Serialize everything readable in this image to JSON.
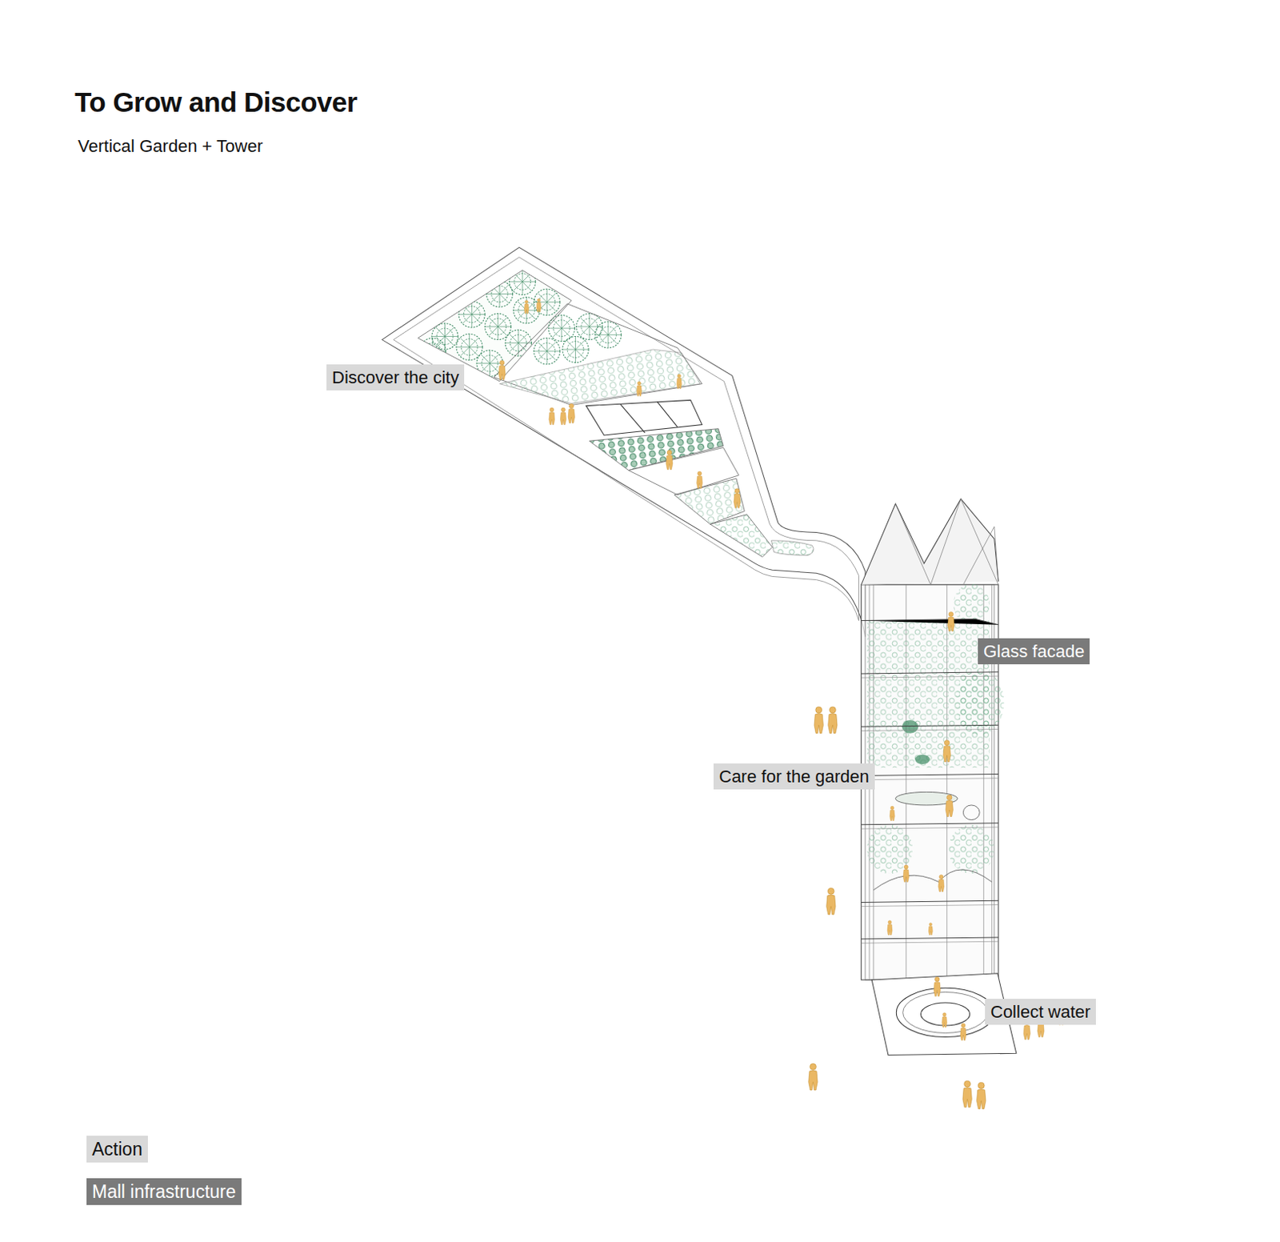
{
  "diagram": {
    "title": "To Grow and Discover",
    "caption": "Vertical Garden + Tower",
    "nodes": [
      {
        "text": [
          "Discover the city"
        ]
      },
      {
        "text": [
          "Glass facade"
        ]
      },
      {
        "text": [
          "Care for the garden"
        ]
      },
      {
        "text": [
          "Collect water"
        ]
      }
    ],
    "legend": [
      {
        "text": "Action",
        "color": "#d9d9d9"
      },
      {
        "text": "Mall infrastructure",
        "color": "#7a7a7a"
      }
    ]
  }
}
